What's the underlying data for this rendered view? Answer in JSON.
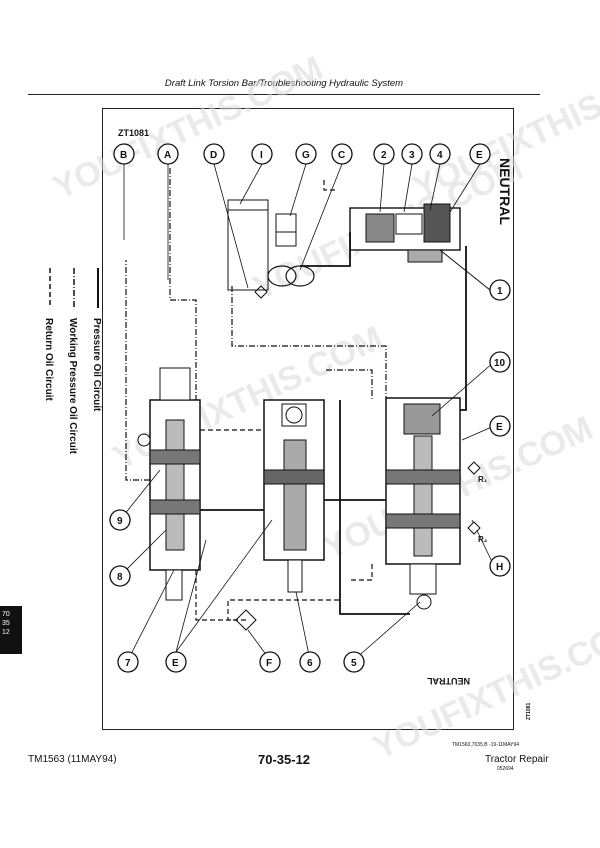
{
  "header": {
    "title": "Draft Link Torsion Bar/Troubleshooting Hydraulic System"
  },
  "diagram": {
    "figure_id": "ZT1081",
    "state_label": "NEUTRAL",
    "state_label_flipped": "NEUTRAL",
    "image_ref": "TM1563,7035,B -19-11MAY94",
    "side_code": "ZT1081",
    "ports": {
      "r1": "R₁",
      "r2": "R₂"
    },
    "legend": [
      {
        "label": "Pressure Oil Circuit",
        "style": "solid"
      },
      {
        "label": "Working Pressure Oil Circuit",
        "style": "dashdot"
      },
      {
        "label": "Return Oil Circuit",
        "style": "dashed"
      }
    ],
    "callouts_top": [
      "B",
      "A",
      "D",
      "I",
      "G",
      "C",
      "2",
      "3",
      "4",
      "E"
    ],
    "callouts_right": [
      "1",
      "10",
      "E",
      "H"
    ],
    "callouts_bottom": [
      "9",
      "8",
      "7",
      "E",
      "F",
      "6",
      "5"
    ]
  },
  "side_tab": {
    "l1": "70",
    "l2": "35",
    "l3": "12"
  },
  "footer": {
    "doc_id": "TM1563 (11MAY94)",
    "page_number": "70-35-12",
    "section": "Tractor Repair",
    "date_code": "052694"
  },
  "watermark": {
    "text": "YOUFIXTHIS.COM"
  }
}
